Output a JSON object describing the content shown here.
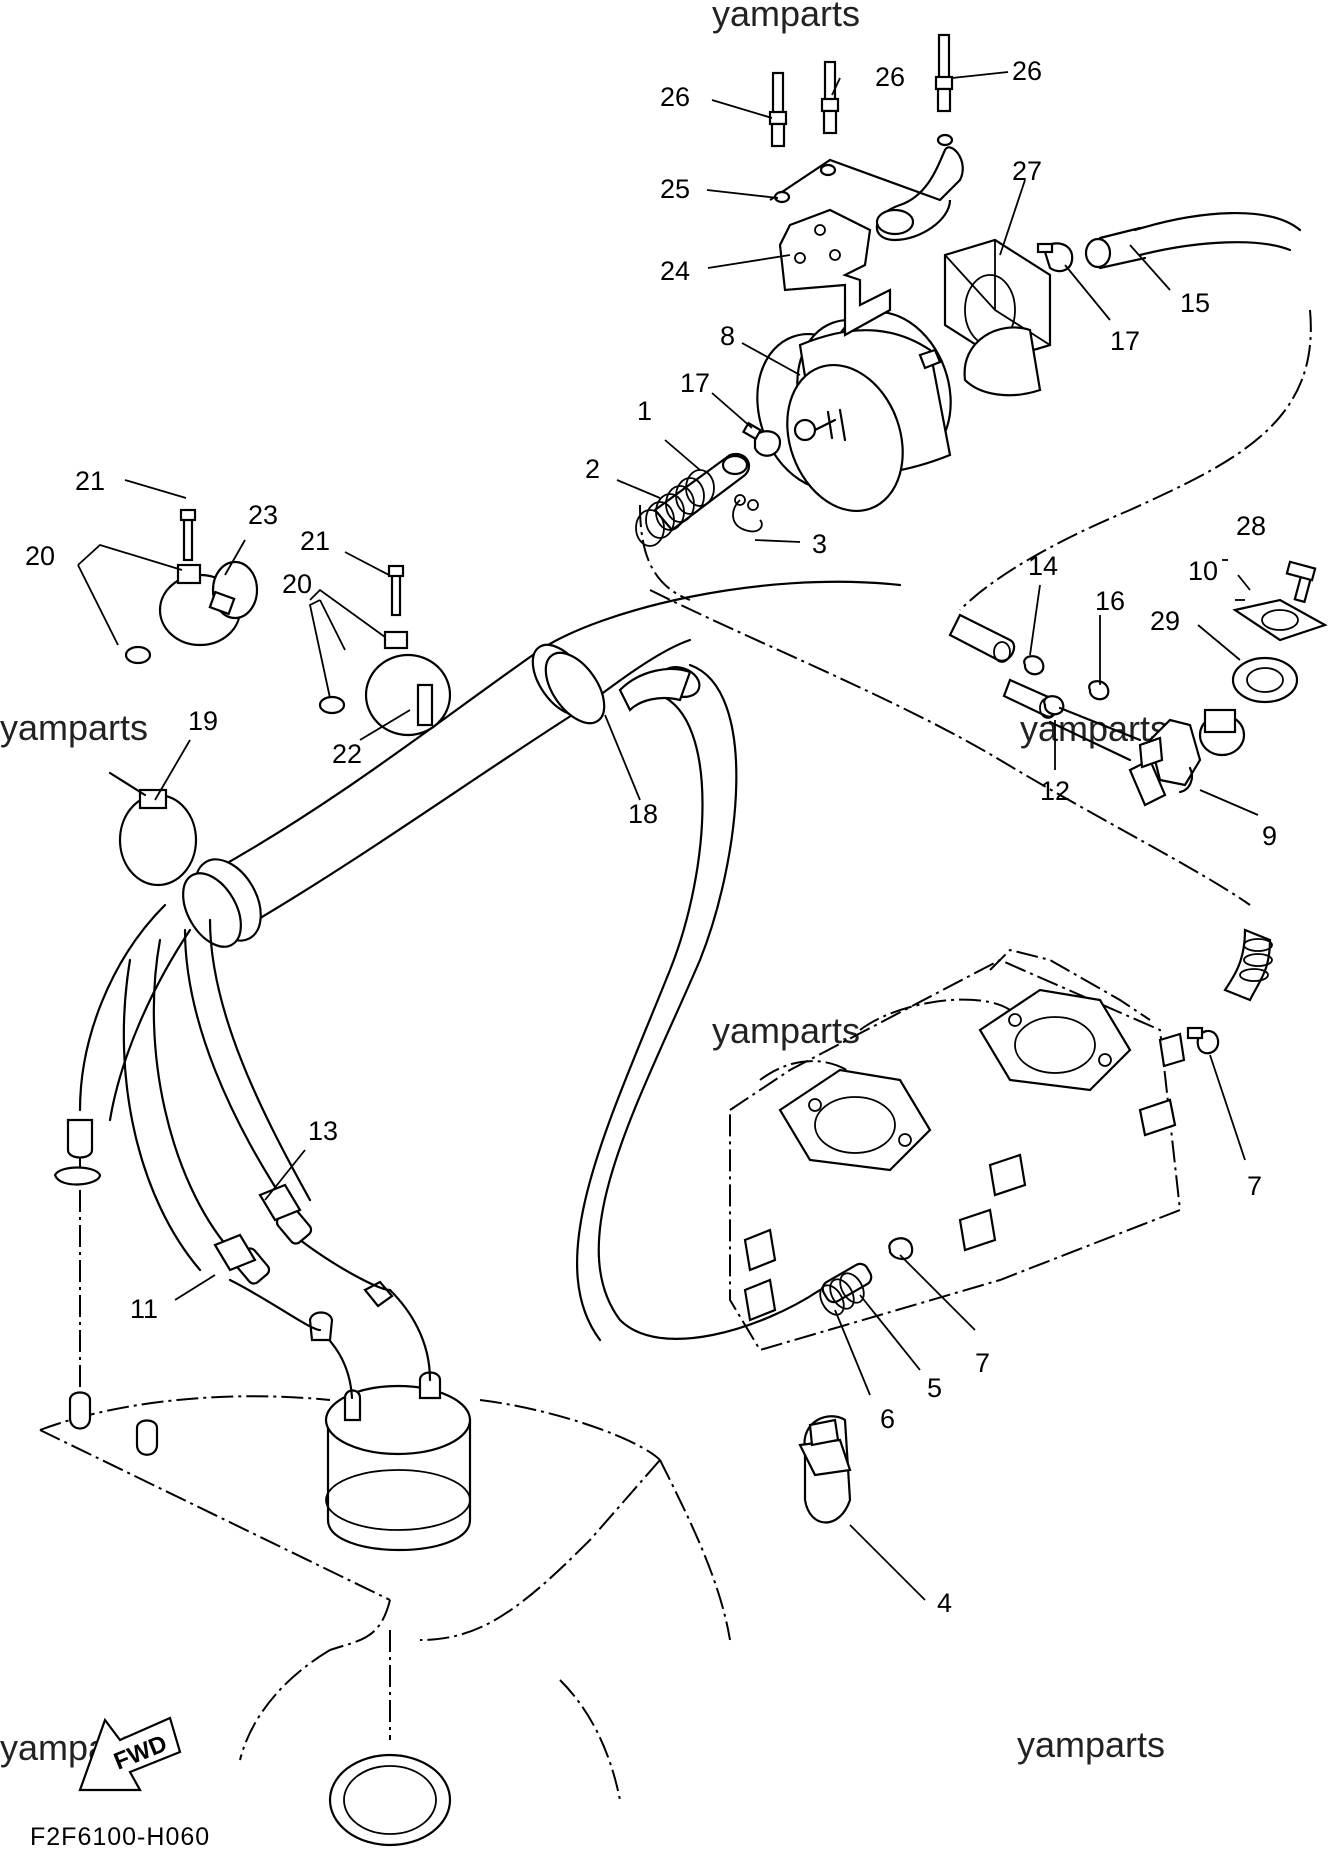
{
  "watermarks": [
    "yamparts",
    "yamparts",
    "yamparts",
    "yamparts",
    "yamparts",
    "yamparts"
  ],
  "diagram_code": "F2F6100-H060",
  "fwd_label": "FWD",
  "callouts": [
    "26",
    "26",
    "26",
    "25",
    "27",
    "24",
    "15",
    "17",
    "8",
    "17",
    "1",
    "2",
    "3",
    "21",
    "23",
    "20",
    "21",
    "20",
    "22",
    "28",
    "10",
    "14",
    "16",
    "29",
    "19",
    "12",
    "9",
    "18",
    "13",
    "7",
    "11",
    "7",
    "5",
    "6",
    "4"
  ]
}
